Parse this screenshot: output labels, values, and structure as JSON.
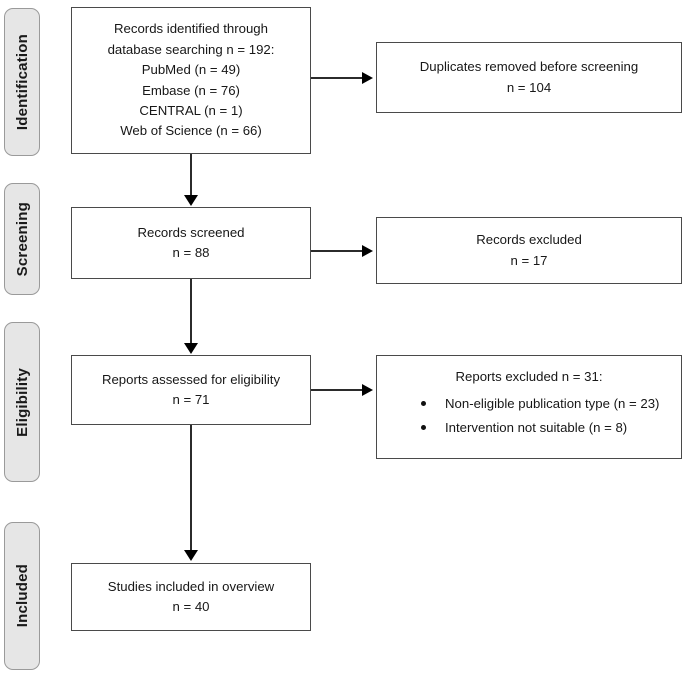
{
  "stages": [
    {
      "label": "Identification"
    },
    {
      "label": "Screening"
    },
    {
      "label": "Eligibility"
    },
    {
      "label": "Included"
    }
  ],
  "boxes": {
    "identified": {
      "lines": [
        "Records identified through",
        "database searching n = 192:",
        "PubMed (n = 49)",
        "Embase (n = 76)",
        "CENTRAL (n = 1)",
        "Web of Science (n = 66)"
      ]
    },
    "duplicates": {
      "lines": [
        "Duplicates removed before screening",
        "n = 104"
      ]
    },
    "screened": {
      "lines": [
        "Records screened",
        "n = 88"
      ]
    },
    "records_excluded": {
      "lines": [
        "Records excluded",
        "n = 17"
      ]
    },
    "eligibility": {
      "lines": [
        "Reports assessed for eligibility",
        "n = 71"
      ]
    },
    "reports_excluded": {
      "title": "Reports excluded n = 31:",
      "items": [
        "Non-eligible publication type (n = 23)",
        "Intervention not suitable (n = 8)"
      ]
    },
    "included": {
      "lines": [
        "Studies included in overview",
        "n = 40"
      ]
    }
  },
  "colors": {
    "stage_tab_fill": "#e6e6e6",
    "stage_tab_border": "#9a9a9a",
    "box_border": "#4a4a4a",
    "connector": "#2b2b2b",
    "text": "#171717",
    "background": "#ffffff"
  }
}
